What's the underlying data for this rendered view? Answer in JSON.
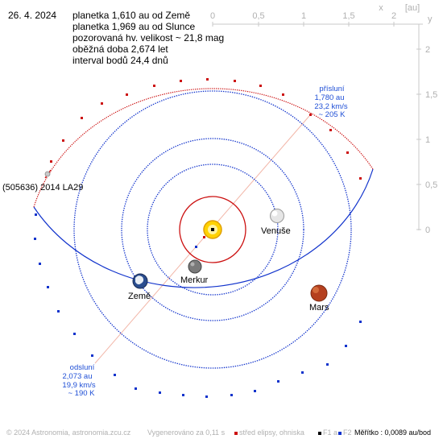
{
  "header": {
    "date": "26. 4. 2024",
    "lines": [
      "planetka 1,610 au od Země",
      "planetka 1,969 au od Slunce",
      "pozorovaná hv. velikost ~ 21,8 mag",
      "oběžná doba 2,674 let",
      "interval bodů 24,4 dnů"
    ]
  },
  "axes": {
    "x_ticks": [
      "0",
      "0,5",
      "1",
      "1,5",
      "2"
    ],
    "x_name": "x",
    "y_ticks": [
      "2",
      "1,5",
      "1",
      "0,5",
      "0"
    ],
    "y_name": "y",
    "unit": "[au]"
  },
  "perihelion": {
    "title": "přísluní",
    "distance": "1,780 au",
    "speed": "23,2 km/s",
    "temp": "~ 205 K"
  },
  "aphelion": {
    "title": "odsluní",
    "distance": "2,073 au",
    "speed": "19,9 km/s",
    "temp": "~ 190 K"
  },
  "bodies": {
    "asteroid": "(505636) 2014 LA29",
    "venus": "Venuše",
    "mercury": "Merkur",
    "earth": "Země",
    "mars": "Mars"
  },
  "footer": {
    "copyright": "© 2024 Astronomia, astronomia.zcu.cz",
    "generated": "Vygenerováno za 0,11 s",
    "legend_center": "střed elipsy, ohniska",
    "legend_f1": "F1 a",
    "legend_f2": "F2",
    "scale": "Měřítko : 0,0089 au/bod"
  },
  "colors": {
    "orbit_red": "#cc1111",
    "orbit_blue": "#1133cc",
    "sun": "#ffd200",
    "axis": "#c8c8c8",
    "label_blue": "#1f4fd6"
  }
}
